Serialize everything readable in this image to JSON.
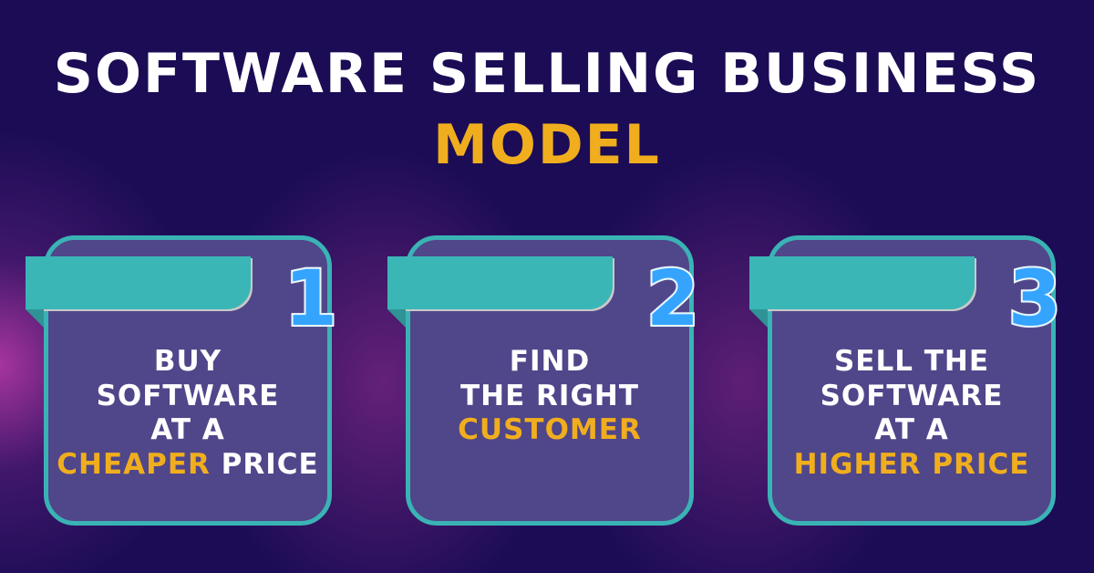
{
  "title": {
    "line1": "SOFTWARE SELLING BUSINESS",
    "line2": "MODEL"
  },
  "colors": {
    "background": "#1b0c55",
    "card": "#50468a",
    "teal": "#3ab3b5",
    "highlight": "#f0ae1e",
    "number": "#35a4ff"
  },
  "steps": [
    {
      "number": "1",
      "lines": [
        [
          {
            "t": "BUY",
            "hl": false
          }
        ],
        [
          {
            "t": "SOFTWARE",
            "hl": false
          }
        ],
        [
          {
            "t": "AT A",
            "hl": false
          }
        ],
        [
          {
            "t": "CHEAPER",
            "hl": true
          },
          {
            "t": " PRICE",
            "hl": false
          }
        ]
      ]
    },
    {
      "number": "2",
      "lines": [
        [
          {
            "t": "FIND",
            "hl": false
          }
        ],
        [
          {
            "t": "THE RIGHT",
            "hl": false
          }
        ],
        [
          {
            "t": "CUSTOMER",
            "hl": true
          }
        ]
      ]
    },
    {
      "number": "3",
      "lines": [
        [
          {
            "t": "SELL THE",
            "hl": false
          }
        ],
        [
          {
            "t": "SOFTWARE",
            "hl": false
          }
        ],
        [
          {
            "t": "AT A",
            "hl": false
          }
        ],
        [
          {
            "t": "HIGHER PRICE",
            "hl": true
          }
        ]
      ]
    }
  ]
}
